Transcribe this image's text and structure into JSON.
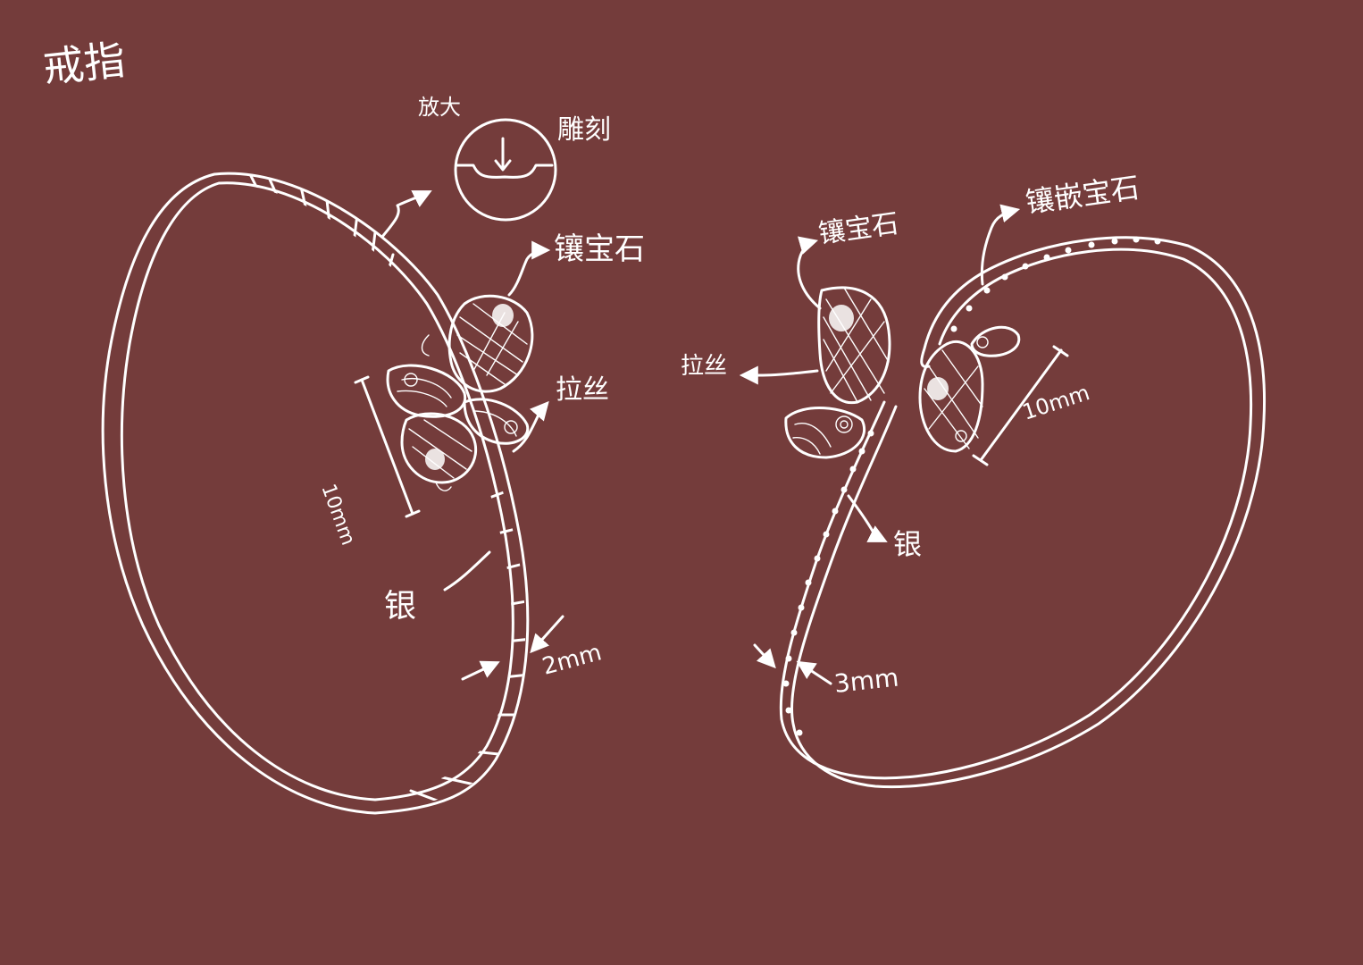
{
  "title": "戒指",
  "colors": {
    "background": "#743c3b",
    "ink": "#ffffff"
  },
  "left_ring": {
    "magnify_label": "放大",
    "engrave_label": "雕刻",
    "stone_label": "镶宝石",
    "filigree_label": "拉丝",
    "size_label": "10mm",
    "silver_label": "银",
    "width_label": "2mm"
  },
  "right_ring": {
    "stone_label": "镶宝石",
    "inlay_label": "镶嵌宝石",
    "filigree_label": "拉丝",
    "size_label": "10mm",
    "silver_label": "银",
    "width_label": "3mm"
  }
}
